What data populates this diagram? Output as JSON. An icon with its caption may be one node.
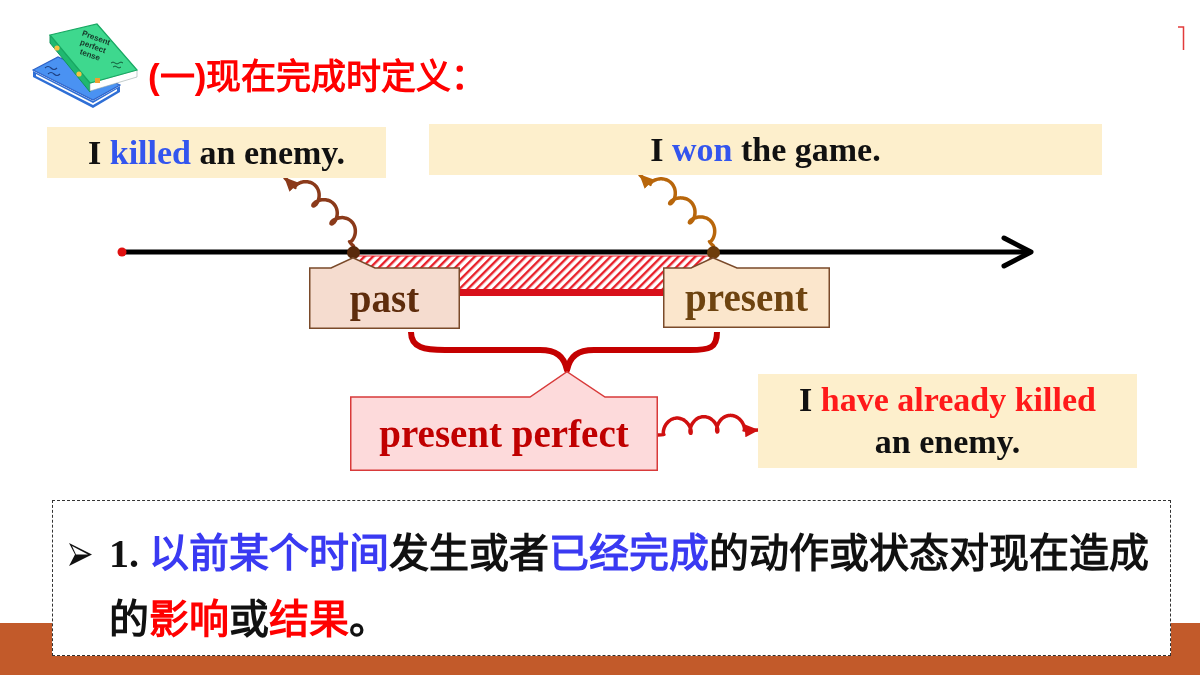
{
  "diagram": {
    "title": "(一)现在完成时定义：",
    "nodes": [
      {
        "text": [
          "I **killed** an enemy."
        ]
      },
      {
        "text": [
          "I **won** the game."
        ]
      },
      {
        "text": [],
        "shape": "circle"
      },
      {
        "text": [],
        "shape": "circle"
      },
      {
        "text": [
          "past"
        ]
      },
      {
        "text": [
          "present"
        ]
      },
      {
        "text": [
          "present perfect"
        ]
      },
      {
        "text": [
          "I *have already killed* an enemy."
        ]
      },
      {
        "text": [
          "1. **以前某个时间**发生或者**已经完成**的动作或状态对现在造成的**影响**或**结果**。"
        ]
      }
    ],
    "edges": [
      {
        "from": 2,
        "to": 0,
        "arrow": "to",
        "color": "#8b3a1a"
      },
      {
        "from": 3,
        "to": 1,
        "arrow": "to",
        "color": "#b8660b"
      },
      {
        "from": 6,
        "to": 7,
        "arrow": "to",
        "color": "#d01010"
      }
    ],
    "labels": [
      "Present perfect tense"
    ]
  }
}
